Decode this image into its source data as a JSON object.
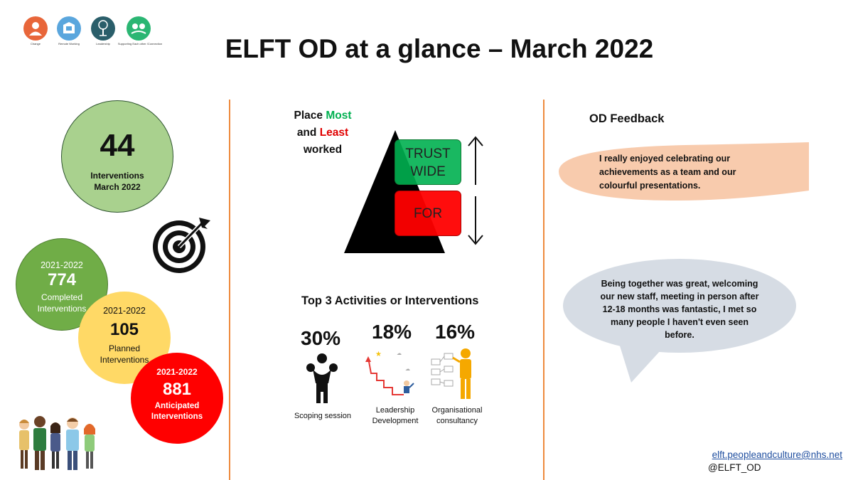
{
  "header": {
    "title": "ELFT OD at a glance – March 2022",
    "icons": [
      {
        "name": "change-icon",
        "label": "Change",
        "color": "#e8663a"
      },
      {
        "name": "remote-working-icon",
        "label": "Remote Working",
        "color": "#5aa6dd"
      },
      {
        "name": "leadership-icon",
        "label": "Leadership",
        "color": "#2a5e6a"
      },
      {
        "name": "support-icon",
        "label": "Supporting Each other /Connection",
        "color": "#2bb673"
      }
    ]
  },
  "stats": {
    "main": {
      "value": "44",
      "label_line1": "Interventions",
      "label_line2": "March 2022"
    },
    "completed": {
      "year": "2021-2022",
      "value": "774",
      "label_line1": "Completed",
      "label_line2": "Interventions"
    },
    "planned": {
      "year": "2021-2022",
      "value": "105",
      "label_line1": "Planned",
      "label_line2": "Interventions"
    },
    "anticipated": {
      "year": "2021-2022",
      "value": "881",
      "label_line1": "Anticipated",
      "label_line2": "Interventions"
    }
  },
  "place": {
    "label_prefix": "Place ",
    "most": "Most",
    "and": "and ",
    "least": "Least",
    "worked": "worked",
    "most_box_line1": "TRUST",
    "most_box_line2": "WIDE",
    "least_box": "FOR",
    "most_color": "#00b050",
    "least_color": "#ff0000"
  },
  "activities": {
    "title": "Top 3 Activities or Interventions",
    "items": [
      {
        "percent": "30%",
        "label_line1": "Scoping session",
        "label_line2": ""
      },
      {
        "percent": "18%",
        "label_line1": "Leadership",
        "label_line2": "Development"
      },
      {
        "percent": "16%",
        "label_line1": "Organisational",
        "label_line2": "consultancy"
      }
    ]
  },
  "feedback": {
    "title": "OD Feedback",
    "quote1": "I really enjoyed celebrating our achievements as a team and our colourful presentations.",
    "quote2": "Being together was great, welcoming our new staff, meeting in person after 12-18 months was fantastic, I met so many people I haven't even seen before."
  },
  "contact": {
    "email": "elft.peopleandculture@nhs.net",
    "handle": "@ELFT_OD"
  }
}
